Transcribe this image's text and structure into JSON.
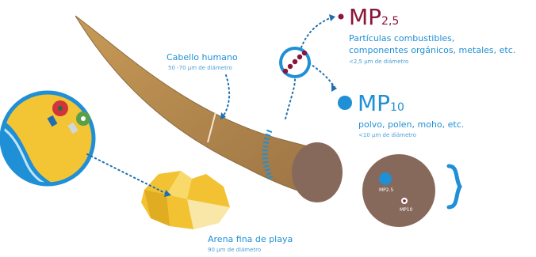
{
  "mp25": {
    "title": "MP",
    "sub": "2,5",
    "desc_line1": "Partículas combustibles,",
    "desc_line2": "componentes orgánicos, metales, etc.",
    "size": "<2,5 µm de diámetro"
  },
  "mp10": {
    "title": "MP",
    "sub": "10",
    "desc": "polvo, polen, moho, etc.",
    "size": "<10 µm de diámetro"
  },
  "hair": {
    "title": "Cabello humano",
    "size": "50 -70 µm de diámetro"
  },
  "sand": {
    "title": "Arena fina de playa",
    "size": "90 µm de diámetro"
  },
  "inset": {
    "mp25_label": "MP2.5",
    "mp10_label": "MP10"
  },
  "colors": {
    "hair": "#b58a4e",
    "hair_end": "#876b55",
    "mp10_blue": "#1f8fd6",
    "mp25_red": "#8a1538",
    "sand": "#f2c232",
    "sea": "#1f8fd6"
  }
}
